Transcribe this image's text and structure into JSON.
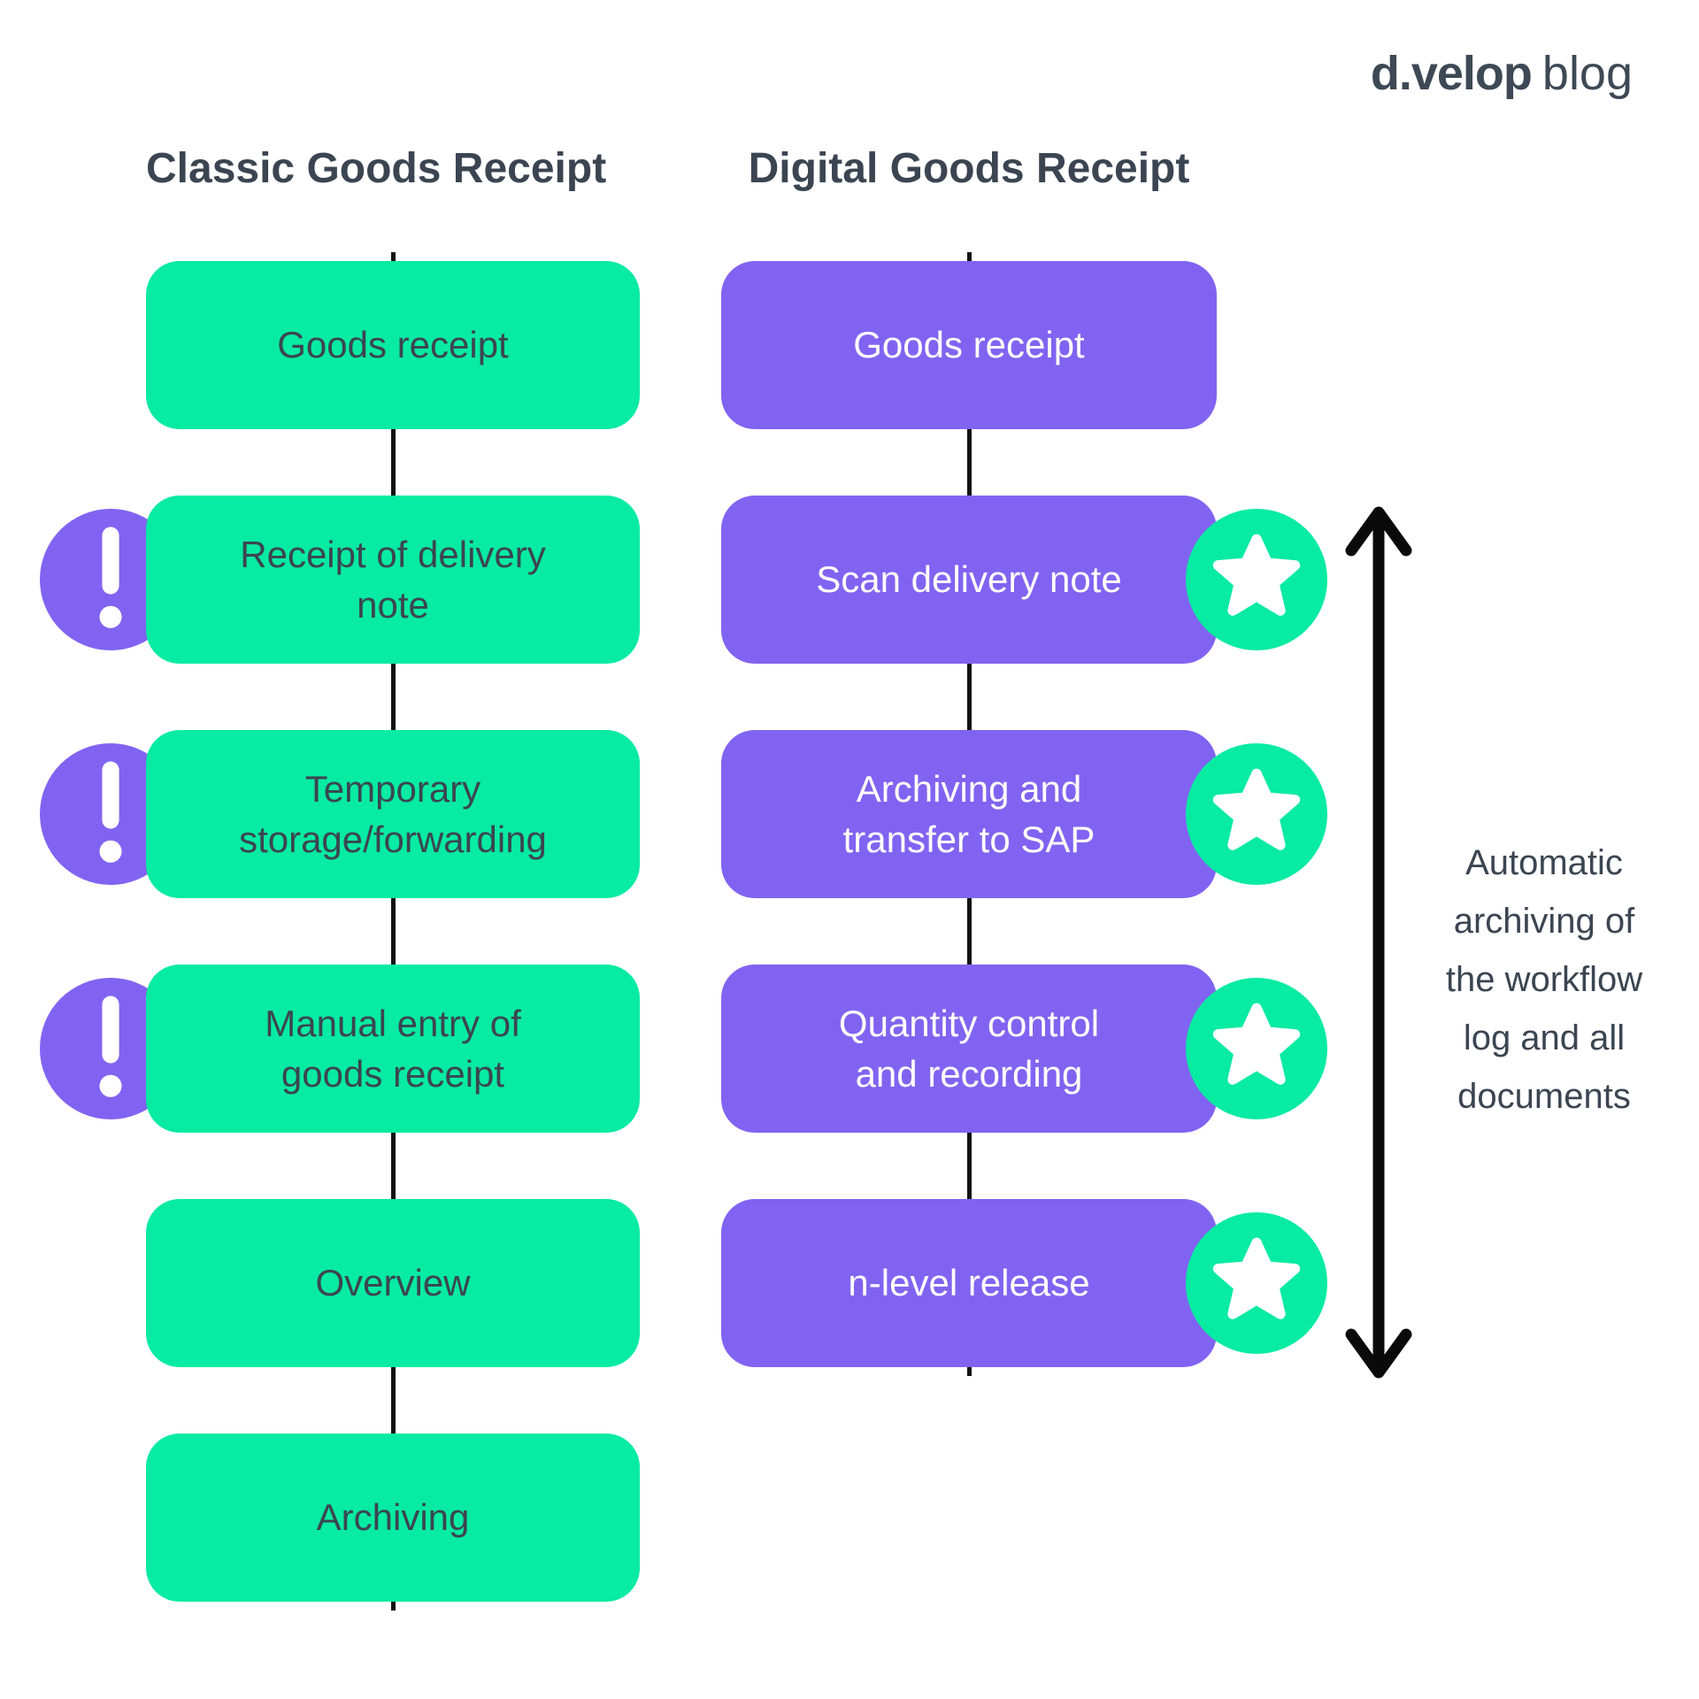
{
  "logo": {
    "brand": "d.velop",
    "suffix": "blog"
  },
  "columns": [
    {
      "title": "Classic Goods Receipt",
      "color": "#07eba2",
      "steps": [
        {
          "label": "Goods receipt",
          "badge": null
        },
        {
          "label": "Receipt of delivery\nnote",
          "badge": "exclamation"
        },
        {
          "label": "Temporary\nstorage/forwarding",
          "badge": "exclamation"
        },
        {
          "label": "Manual entry of\ngoods receipt",
          "badge": "exclamation"
        },
        {
          "label": "Overview",
          "badge": null
        },
        {
          "label": "Archiving",
          "badge": null
        }
      ]
    },
    {
      "title": "Digital Goods Receipt",
      "color": "#8163f1",
      "steps": [
        {
          "label": "Goods receipt",
          "badge": null
        },
        {
          "label": "Scan delivery note",
          "badge": "star"
        },
        {
          "label": "Archiving and\ntransfer to SAP",
          "badge": "star"
        },
        {
          "label": "Quantity control\nand recording",
          "badge": "star"
        },
        {
          "label": "n-level release",
          "badge": "star"
        }
      ]
    }
  ],
  "annotation": {
    "text": "Automatic\narchiving of\nthe workflow\nlog and all\ndocuments"
  },
  "icons": {
    "exclamation": "exclamation-icon",
    "star": "star-icon"
  },
  "colors": {
    "green": "#07eba2",
    "purple": "#8163f1",
    "text_dark": "#3b4552",
    "text_light": "#ffffff",
    "line": "#121212"
  }
}
